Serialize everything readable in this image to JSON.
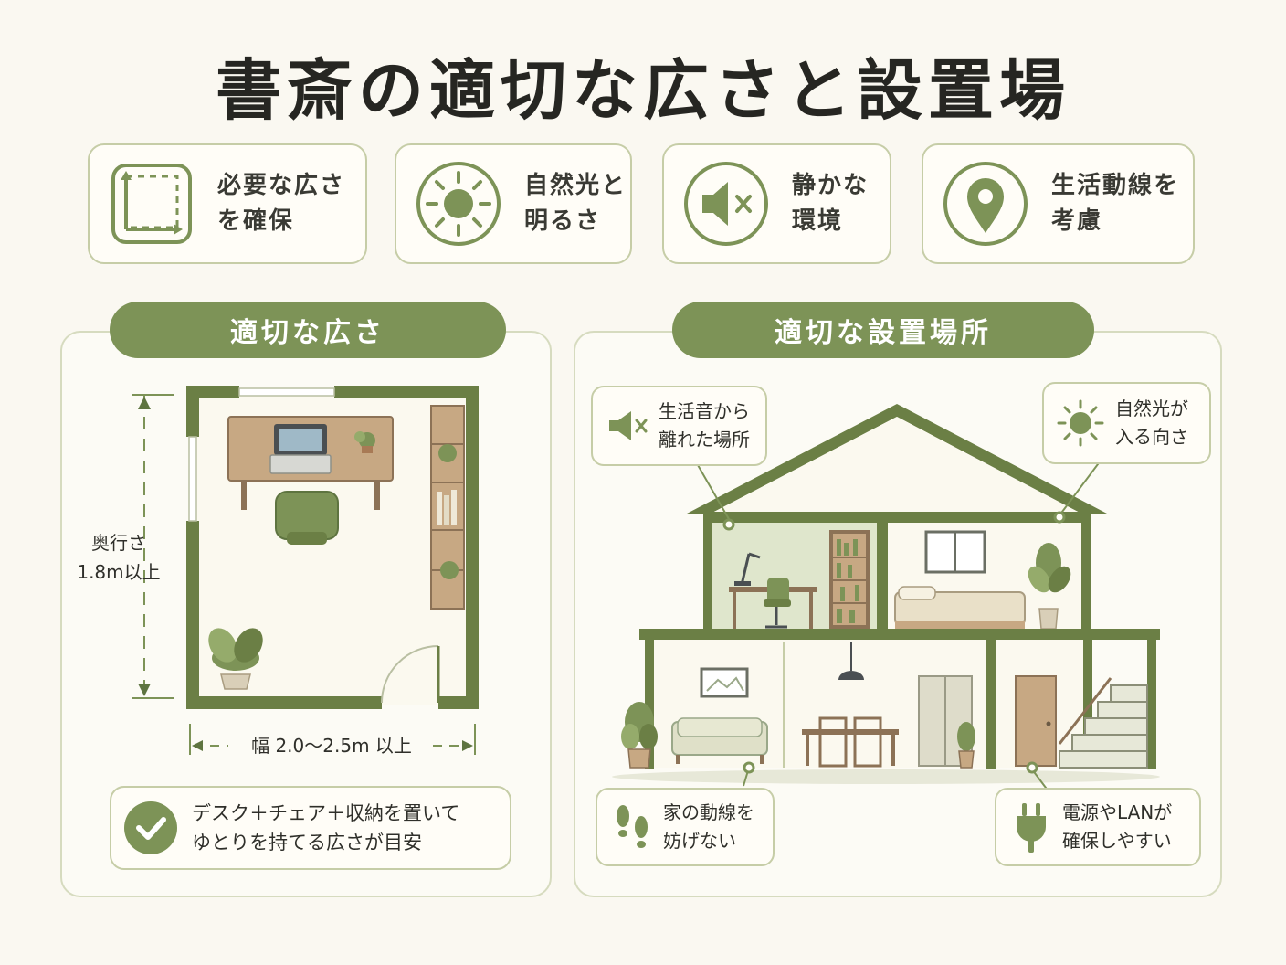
{
  "title": "書斎の適切な広さと設置場",
  "features": [
    {
      "icon": "dimensions-icon",
      "line1": "必要な広さ",
      "line2": "を確保"
    },
    {
      "icon": "sun-icon",
      "line1": "自然光と",
      "line2": "明るさ"
    },
    {
      "icon": "mute-speaker-icon",
      "line1": "静かな",
      "line2": "環境"
    },
    {
      "icon": "location-pin-icon",
      "line1": "生活動線を",
      "line2": "考慮"
    }
  ],
  "left_panel": {
    "heading": "適切な広さ",
    "depth_label_1": "奥行さ",
    "depth_label_2": "1.8m以上",
    "width_label": "幅 2.0～2.5m 以上",
    "note_icon": "check-circle-icon",
    "note_line1": "デスク＋チェア＋収納を置いて",
    "note_line2": "ゆとりを持てる広さが目安"
  },
  "right_panel": {
    "heading": "適切な設置場所",
    "callouts": {
      "quiet": {
        "icon": "mute-speaker-icon",
        "line1": "生活音から",
        "line2": "離れた場所"
      },
      "light": {
        "icon": "sun-icon",
        "line1": "自然光が",
        "line2": "入る向さ"
      },
      "flow": {
        "icon": "footprints-icon",
        "line1": "家の動線を",
        "line2": "妨げない"
      },
      "power": {
        "icon": "power-plug-icon",
        "line1": "電源やLANが",
        "line2": "確保しやすい"
      }
    }
  },
  "colors": {
    "accent": "#7d9357",
    "accent_dark": "#5e7440",
    "border": "#c6cda7",
    "background": "#faf8f1"
  }
}
